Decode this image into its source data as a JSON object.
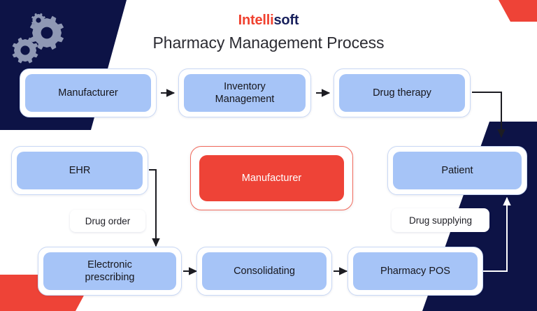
{
  "brand": {
    "logo_part1": "Intelli",
    "logo_part2": "soft",
    "color_primary_red": "#f0412f",
    "color_primary_navy": "#18205c"
  },
  "header": {
    "title": "Pharmacy Management Process"
  },
  "icons": {
    "gears": "gears-icon"
  },
  "diagram": {
    "node_fill": "#a6c4f7",
    "accent_fill": "#ee4337",
    "nodes": [
      {
        "id": "manufacturer-top",
        "label": "Manufacturer"
      },
      {
        "id": "inventory-management",
        "label": "Inventory\nManagement",
        "line1": "Inventory",
        "line2": "Management"
      },
      {
        "id": "drug-therapy",
        "label": "Drug therapy"
      },
      {
        "id": "ehr",
        "label": "EHR"
      },
      {
        "id": "manufacturer-accent",
        "label": "Manufacturer"
      },
      {
        "id": "patient",
        "label": "Patient"
      },
      {
        "id": "electronic-prescribing",
        "label": "Electronic\nprescribing",
        "line1": "Electronic",
        "line2": "prescribing"
      },
      {
        "id": "consolidating",
        "label": "Consolidating"
      },
      {
        "id": "pharmacy-pos",
        "label": "Pharmacy POS"
      }
    ],
    "edge_labels": [
      {
        "id": "drug-order",
        "label": "Drug order"
      },
      {
        "id": "drug-supplying",
        "label": "Drug supplying"
      }
    ],
    "edges": [
      {
        "from": "manufacturer-top",
        "to": "inventory-management"
      },
      {
        "from": "inventory-management",
        "to": "drug-therapy"
      },
      {
        "from": "drug-therapy",
        "to": "patient"
      },
      {
        "from": "ehr",
        "to": "electronic-prescribing",
        "label": "Drug order"
      },
      {
        "from": "electronic-prescribing",
        "to": "consolidating"
      },
      {
        "from": "consolidating",
        "to": "pharmacy-pos"
      },
      {
        "from": "pharmacy-pos",
        "to": "patient",
        "label": "Drug supplying"
      }
    ]
  }
}
